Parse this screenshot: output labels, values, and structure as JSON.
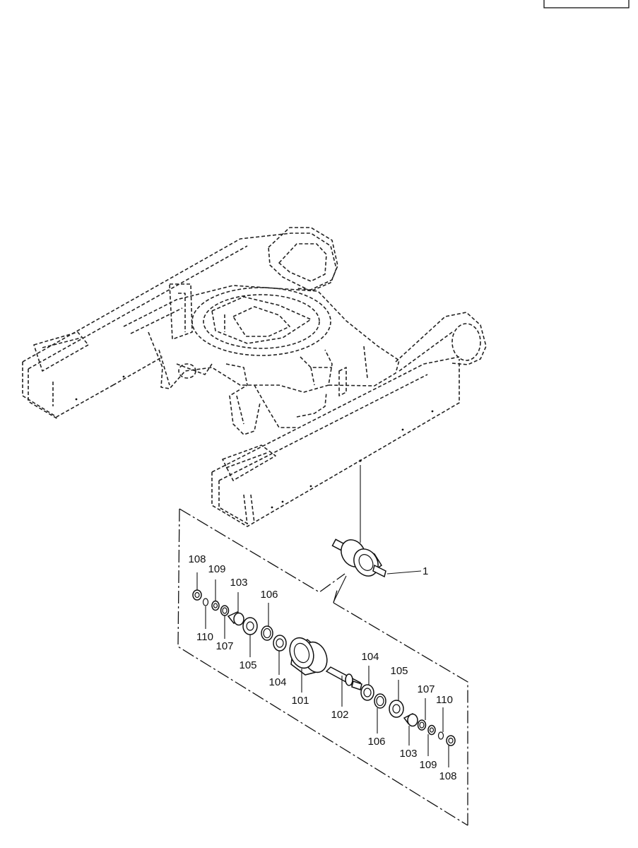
{
  "page_label_box": "",
  "assembly_callout": "1",
  "left_set": {
    "nut": "108",
    "washer_top": "109",
    "collar": "103",
    "seal_ring": "106",
    "snap_ring": "110",
    "o_ring": "107",
    "seal_housing": "105",
    "bearing": "104"
  },
  "center": {
    "roller": "101",
    "shaft": "102"
  },
  "right_set": {
    "bearing": "104",
    "seal_housing": "105",
    "seal_ring": "106",
    "o_ring": "107",
    "snap_ring": "110",
    "collar": "103",
    "washer": "109",
    "nut": "108"
  }
}
